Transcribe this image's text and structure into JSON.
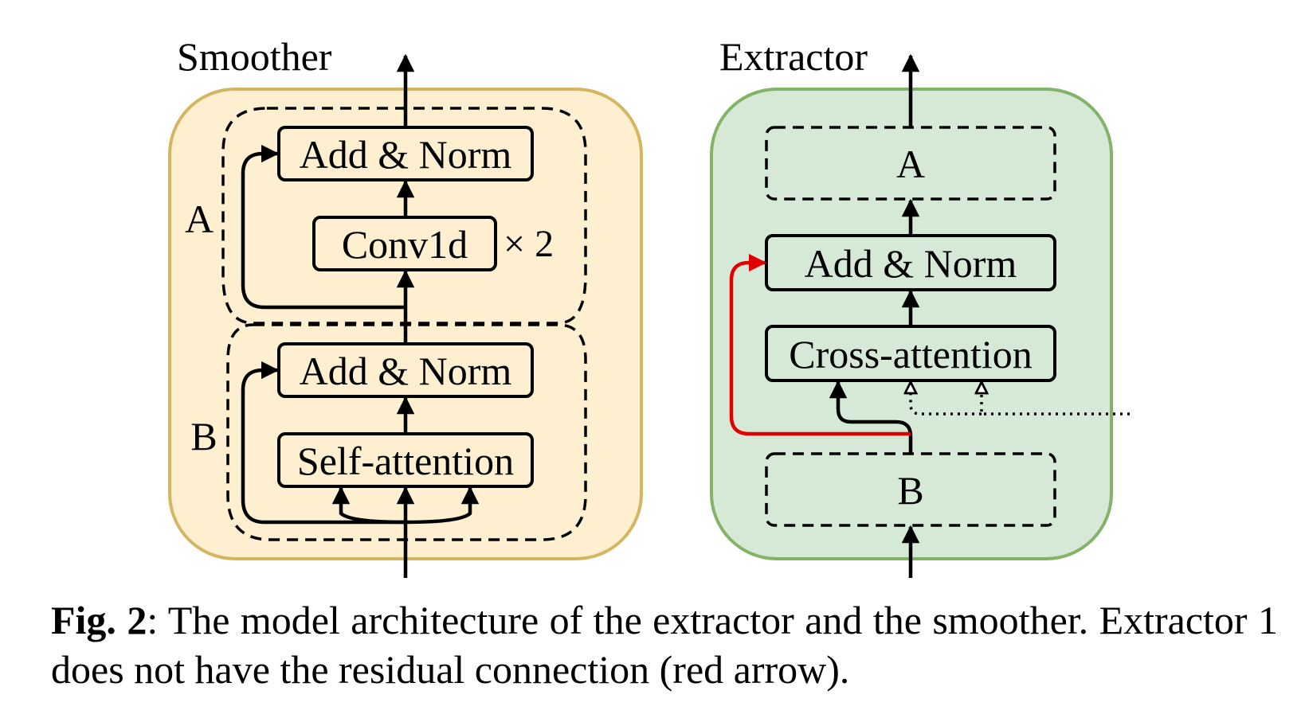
{
  "smoother": {
    "title": "Smoother",
    "panel_color": "#fdefcf",
    "panel_border_color": "#d4b560",
    "group_a_label": "A",
    "group_b_label": "B",
    "add_norm_top": "Add & Norm",
    "conv": "Conv1d",
    "conv_repeat": "× 2",
    "add_norm_bottom": "Add & Norm",
    "self_attention": "Self-attention"
  },
  "extractor": {
    "title": "Extractor",
    "panel_color": "#d6e9d6",
    "panel_border_color": "#82b366",
    "block_a": "A",
    "add_norm": "Add & Norm",
    "cross_attention": "Cross-attention",
    "block_b": "B",
    "residual_color": "#e00000"
  },
  "caption": {
    "label": "Fig. 2",
    "text": ":  The model architecture of the extractor and the smoother. Extractor 1 does not have the residual connection (red arrow)."
  }
}
